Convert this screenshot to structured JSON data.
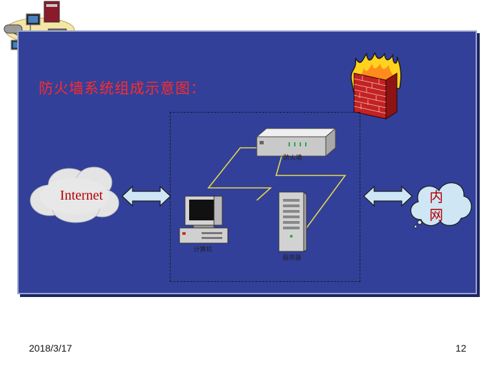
{
  "title": "防火墙系统组成示意图：",
  "nodes": {
    "internet": "Internet",
    "intranet": "内网",
    "firewall_device": "防火墙",
    "computer": "计算机",
    "server": "服务器"
  },
  "footer": {
    "date": "2018/3/17",
    "page": "12"
  },
  "colors": {
    "panel": "#32409a",
    "title": "#ff2a2a",
    "label": "#b30000"
  }
}
